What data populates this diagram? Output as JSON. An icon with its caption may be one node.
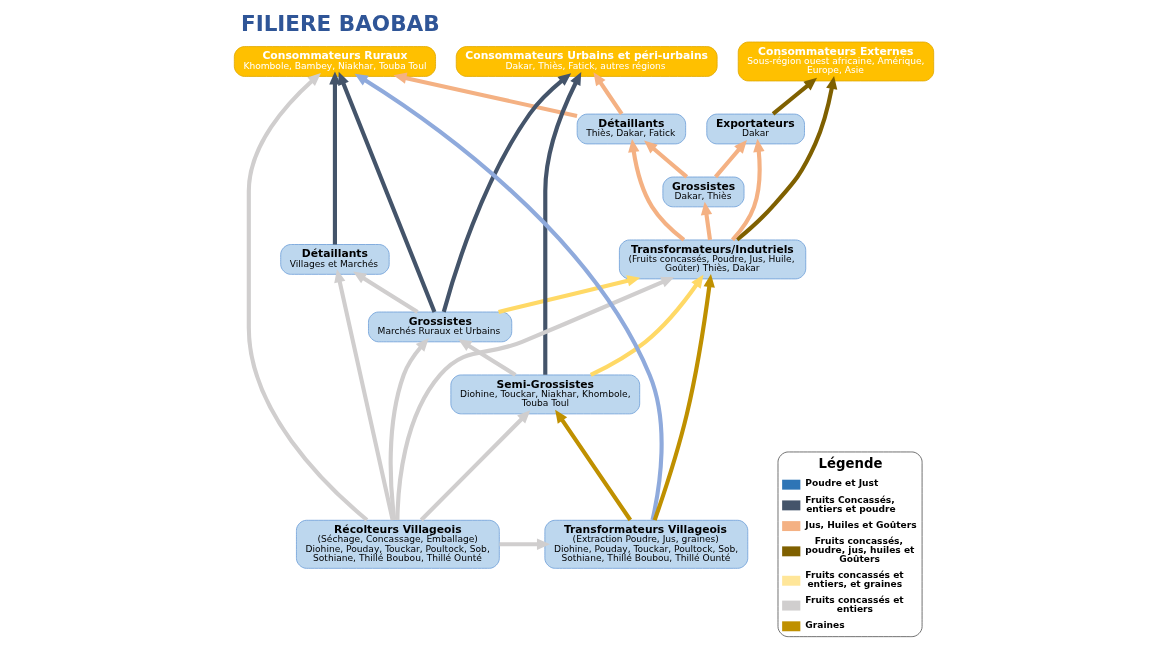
{
  "diagram": {
    "title": "FILIERE BAOBAB",
    "nodes": [
      {
        "text": [
          "Consommateurs Ruraux",
          "Khombole, Bambey, Niakhar, Touba Toul"
        ]
      },
      {
        "text": [
          "Consommateurs Urbains et péri-urbains",
          "Dakar, Thiès, Fatick, autres régions"
        ]
      },
      {
        "text": [
          "Consommateurs Externes",
          "Sous-région ouest africaine, Amérique, Europe, Asie"
        ]
      },
      {
        "text": [
          "Détaillants",
          "Villages et Marchés"
        ]
      },
      {
        "text": [
          "Détaillants",
          "Thiès, Dakar, Fatick"
        ]
      },
      {
        "text": [
          "Grossistes",
          "Marchés Ruraux et Urbains"
        ]
      },
      {
        "text": [
          "Grossistes",
          "Dakar, Thiès"
        ]
      },
      {
        "text": [
          "Exportateurs",
          "Dakar"
        ]
      },
      {
        "text": [
          "Semi-Grossistes",
          "Diohine, Touckar, Niakhar, Khombole, Touba Toul"
        ]
      },
      {
        "text": [
          "Transformateurs/Indutriels",
          "(Fruits concassés, Poudre, Jus, Huile, Goûter) Thiès, Dakar"
        ]
      },
      {
        "text": [
          "Récolteurs Villageois",
          "(Séchage, Concassage, Emballage) Diohine, Pouday, Touckar, Poultock, Sob, Sothiane, Thillé Boubou, Thillé Ounté"
        ]
      },
      {
        "text": [
          "Transformateurs Villageois",
          "(Extraction Poudre, Jus, graines) Diohine, Pouday, Touckar, Poultock, Sob, Sothiane, Thillé Boubou, Thillé Ounté"
        ]
      }
    ],
    "edges": [
      {
        "from": 10,
        "to": 0,
        "arrow": "to",
        "color": "#d0cece"
      },
      {
        "from": 10,
        "to": 3,
        "arrow": "to",
        "color": "#d0cece"
      },
      {
        "from": 10,
        "to": 5,
        "arrow": "to",
        "color": "#d0cece"
      },
      {
        "from": 10,
        "to": 8,
        "arrow": "to",
        "color": "#d0cece"
      },
      {
        "from": 10,
        "to": 9,
        "arrow": "to",
        "color": "#d0cece"
      },
      {
        "from": 10,
        "to": 11,
        "arrow": "to",
        "color": "#d0cece"
      },
      {
        "from": 3,
        "to": 0,
        "arrow": "to",
        "color": "#44546a"
      },
      {
        "from": 5,
        "to": 3,
        "arrow": "to",
        "color": "#d0cece"
      },
      {
        "from": 5,
        "to": 0,
        "arrow": "to",
        "color": "#44546a"
      },
      {
        "from": 5,
        "to": 1,
        "arrow": "to",
        "color": "#44546a"
      },
      {
        "from": 8,
        "to": 5,
        "arrow": "to",
        "color": "#d0cece"
      },
      {
        "from": 8,
        "to": 1,
        "arrow": "to",
        "color": "#44546a"
      },
      {
        "from": 5,
        "to": 9,
        "arrow": "to",
        "color": "#ffd966"
      },
      {
        "from": 8,
        "to": 9,
        "arrow": "to",
        "color": "#ffd966"
      },
      {
        "from": 11,
        "to": 0,
        "arrow": "to",
        "color": "#8faadc"
      },
      {
        "from": 11,
        "to": 8,
        "arrow": "to",
        "color": "#bf9000"
      },
      {
        "from": 11,
        "to": 9,
        "arrow": "to",
        "color": "#bf9000"
      },
      {
        "from": 4,
        "to": 0,
        "arrow": "to",
        "color": "#f4b183"
      },
      {
        "from": 4,
        "to": 1,
        "arrow": "to",
        "color": "#f4b183"
      },
      {
        "from": 6,
        "to": 4,
        "arrow": "to",
        "color": "#f4b183"
      },
      {
        "from": 6,
        "to": 7,
        "arrow": "to",
        "color": "#f4b183"
      },
      {
        "from": 9,
        "to": 4,
        "arrow": "to",
        "color": "#f4b183"
      },
      {
        "from": 9,
        "to": 6,
        "arrow": "to",
        "color": "#f4b183"
      },
      {
        "from": 9,
        "to": 7,
        "arrow": "to",
        "color": "#f4b183"
      },
      {
        "from": 7,
        "to": 2,
        "arrow": "to",
        "color": "#7f6000"
      },
      {
        "from": 9,
        "to": 2,
        "arrow": "to",
        "color": "#7f6000"
      }
    ],
    "labels": [
      "Légende"
    ],
    "legend": [
      {
        "text": "Poudre et Just",
        "color": "#2e75b6"
      },
      {
        "text": "Fruits Concassés, entiers et poudre",
        "color": "#44546a"
      },
      {
        "text": "Jus, Huiles et Goûters",
        "color": "#f4b183"
      },
      {
        "text": "Fruits concassés, poudre, jus, huiles et Goûters",
        "color": "#7f6000"
      },
      {
        "text": "Fruits concassés et entiers, et graines",
        "color": "#ffe699"
      },
      {
        "text": "Fruits concassés et entiers",
        "color": "#d0cece"
      },
      {
        "text": "Graines",
        "color": "#bf9000"
      }
    ]
  }
}
